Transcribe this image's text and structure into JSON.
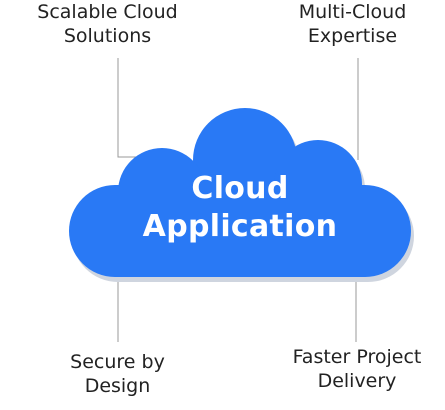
{
  "features": {
    "top_left": {
      "line1": "Scalable Cloud",
      "line2": "Solutions"
    },
    "top_right": {
      "line1": "Multi-Cloud",
      "line2": "Expertise"
    },
    "bottom_left": {
      "line1": "Secure by",
      "line2": "Design"
    },
    "bottom_right": {
      "line1": "Faster Project",
      "line2": "Delivery"
    }
  },
  "center": {
    "line1": "Cloud",
    "line2": "Application"
  },
  "colors": {
    "cloud_fill": "#2979f5",
    "cloud_shadow": "#cfd5df",
    "connector": "#9a9a9a",
    "label_text": "#222222"
  }
}
